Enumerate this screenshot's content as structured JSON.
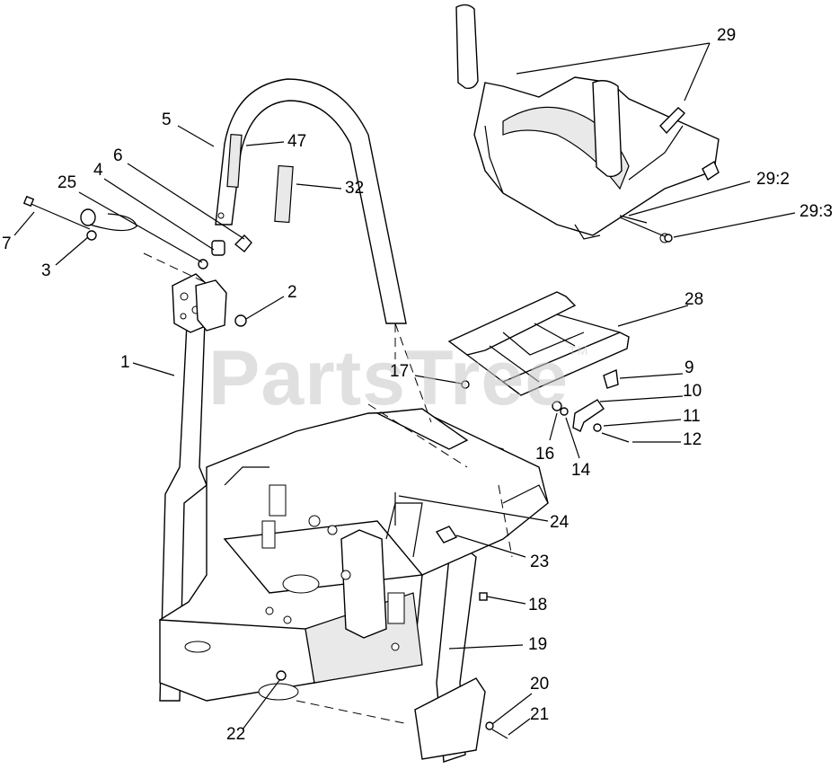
{
  "watermark": {
    "text": "PartsTree",
    "trademark": "TM"
  },
  "callouts": [
    {
      "id": "29",
      "label": "29"
    },
    {
      "id": "29_2",
      "label": "29:2"
    },
    {
      "id": "29_3",
      "label": "29:3"
    },
    {
      "id": "5",
      "label": "5"
    },
    {
      "id": "47",
      "label": "47"
    },
    {
      "id": "6",
      "label": "6"
    },
    {
      "id": "32",
      "label": "32"
    },
    {
      "id": "4",
      "label": "4"
    },
    {
      "id": "25",
      "label": "25"
    },
    {
      "id": "7",
      "label": "7"
    },
    {
      "id": "3",
      "label": "3"
    },
    {
      "id": "2",
      "label": "2"
    },
    {
      "id": "28",
      "label": "28"
    },
    {
      "id": "1",
      "label": "1"
    },
    {
      "id": "17",
      "label": "17"
    },
    {
      "id": "9",
      "label": "9"
    },
    {
      "id": "10",
      "label": "10"
    },
    {
      "id": "11",
      "label": "11"
    },
    {
      "id": "12",
      "label": "12"
    },
    {
      "id": "16",
      "label": "16"
    },
    {
      "id": "14",
      "label": "14"
    },
    {
      "id": "24",
      "label": "24"
    },
    {
      "id": "23",
      "label": "23"
    },
    {
      "id": "18",
      "label": "18"
    },
    {
      "id": "19",
      "label": "19"
    },
    {
      "id": "20",
      "label": "20"
    },
    {
      "id": "21",
      "label": "21"
    },
    {
      "id": "22",
      "label": "22"
    }
  ]
}
